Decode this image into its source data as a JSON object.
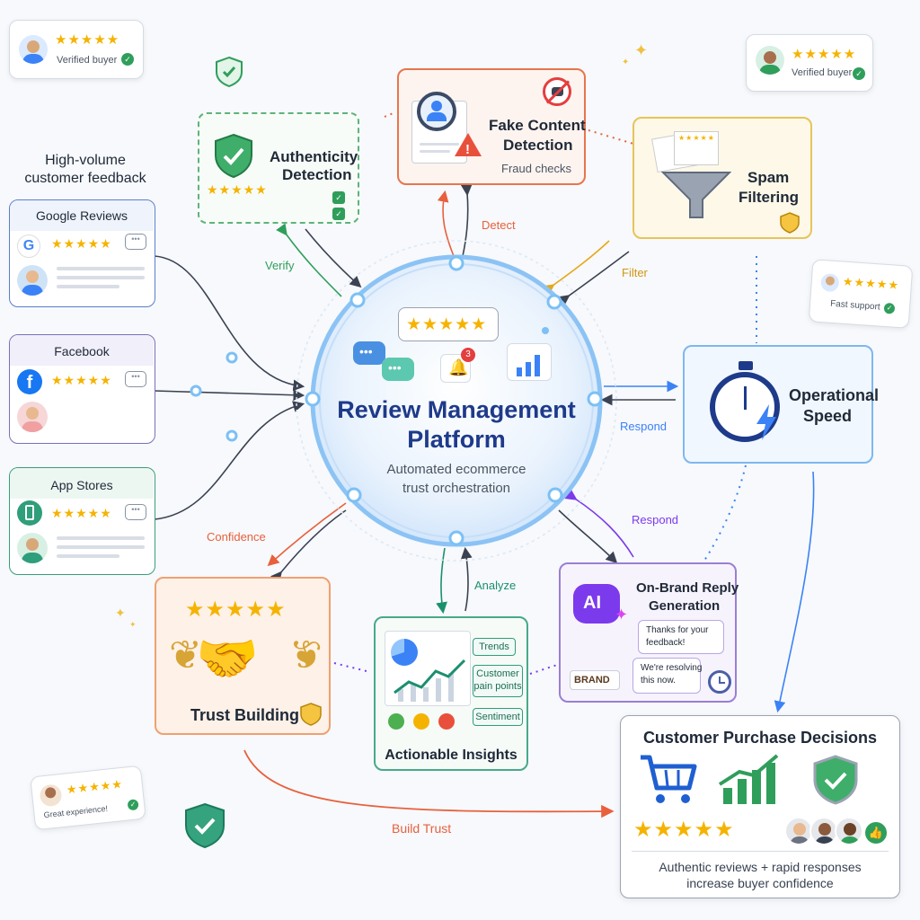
{
  "center": {
    "title_line1": "Review Management",
    "title_line2": "Platform",
    "subtitle_line1": "Automated ecommerce",
    "subtitle_line2": "trust orchestration",
    "notification_count": "3"
  },
  "sources_heading": {
    "line1": "High-volume",
    "line2": "customer feedback"
  },
  "sources": [
    {
      "label": "Google Reviews",
      "stars": "★★★★★"
    },
    {
      "label": "Facebook",
      "stars": "★★★★★"
    },
    {
      "label": "App Stores",
      "stars": "★★★★★"
    }
  ],
  "floating_reviews": [
    {
      "text": "Verified buyer",
      "stars": "★★★★★"
    },
    {
      "text": "Verified buyer",
      "stars": "★★★★★"
    },
    {
      "text": "Fast support",
      "stars": "★★★★★"
    },
    {
      "text": "Great experience!",
      "stars": "★★★★★"
    }
  ],
  "nodes": {
    "authenticity": {
      "line1": "Authenticity",
      "line2": "Detection",
      "stars": "★★★★★"
    },
    "fake_content": {
      "line1": "Fake Content",
      "line2": "Detection",
      "sub": "Fraud checks"
    },
    "spam": {
      "line1": "Spam",
      "line2": "Filtering"
    },
    "speed": {
      "line1": "Operational",
      "line2": "Speed"
    },
    "reply": {
      "line1": "On-Brand Reply",
      "line2": "Generation",
      "ai": "AI",
      "bubble1_line1": "Thanks for your",
      "bubble1_line2": "feedback!",
      "bubble2_line1": "We're resolving",
      "bubble2_line2": "this now.",
      "brand": "BRAND"
    },
    "insights": {
      "title": "Actionable Insights",
      "tags": [
        "Trends",
        "Customer pain points",
        "Sentiment"
      ]
    },
    "trust": {
      "title": "Trust Building",
      "stars": "★★★★★"
    },
    "purchase": {
      "title": "Customer Purchase Decisions",
      "caption_line1": "Authentic reviews + rapid responses",
      "caption_line2": "increase buyer confidence",
      "stars": "★★★★★"
    }
  },
  "edge_labels": {
    "verify": "Verify",
    "detect": "Detect",
    "filter": "Filter",
    "respond_speed": "Respond",
    "respond_reply": "Respond",
    "analyze": "Analyze",
    "confidence": "Confidence",
    "build_trust": "Build Trust"
  },
  "colors": {
    "center_blue": "#1e3a8a",
    "green": "#2f9e5b",
    "orange": "#e8603c",
    "yellow": "#e6a817",
    "blue": "#3b82f6",
    "purple": "#7c3aed",
    "teal": "#1c8f6f",
    "peach": "#f0a070",
    "star": "#f5b301"
  }
}
